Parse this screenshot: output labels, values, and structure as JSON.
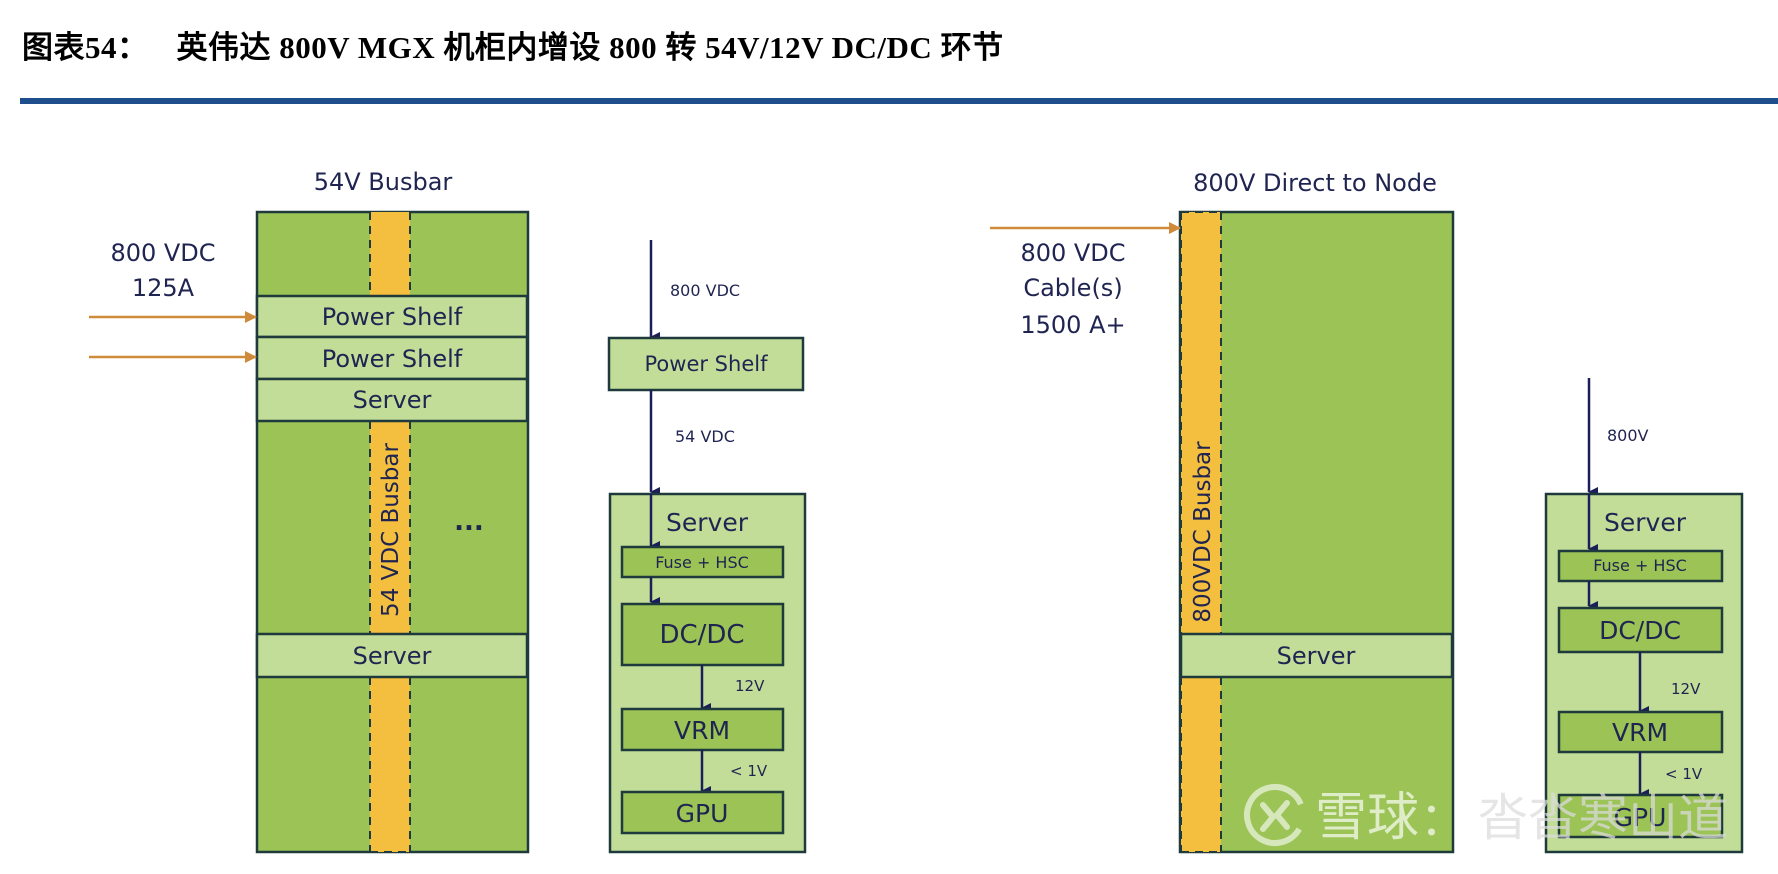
{
  "header": {
    "figure_number": "图表54：",
    "title": "英伟达 800V MGX 机柜内增设 800 转 54V/12V DC/DC 环节"
  },
  "colors": {
    "rack_green": "#9bc355",
    "light_green": "#c2dd98",
    "mid_green": "#9bc355",
    "busbar_yellow": "#f4bf3f",
    "outline": "#1f3a3d",
    "arrow_navy": "#1c1e5a",
    "feed_orange": "#cf8a3a",
    "title_rule": "#1f4e8c"
  },
  "left_diagram": {
    "rack_title": "54V Busbar",
    "input_label_line1": "800 VDC",
    "input_label_line2": "125A",
    "shelves": [
      "Power Shelf",
      "Power Shelf"
    ],
    "top_server": "Server",
    "bottom_server": "Server",
    "busbar_label": "54 VDC Busbar",
    "ellipsis": "...",
    "flow": {
      "input_voltage": "800 VDC",
      "power_shelf": "Power Shelf",
      "shelf_output": "54 VDC",
      "server": "Server",
      "fuse": "Fuse + HSC",
      "converter": "DC/DC",
      "converter_output": "12V",
      "vrm": "VRM",
      "vrm_output": "< 1V",
      "gpu": "GPU"
    }
  },
  "right_diagram": {
    "rack_title": "800V Direct to Node",
    "input_label_line1": "800 VDC",
    "input_label_line2": "Cable(s)",
    "input_label_line3": "1500 A+",
    "busbar_label": "800VDC Busbar",
    "server": "Server",
    "flow": {
      "input_voltage": "800V",
      "server": "Server",
      "fuse": "Fuse + HSC",
      "converter": "DC/DC",
      "converter_output": "12V",
      "vrm": "VRM",
      "vrm_output": "< 1V",
      "gpu": "GPU"
    }
  },
  "watermark": {
    "brand": "雪球",
    "separator": "：",
    "author": "沓沓寒山道"
  }
}
